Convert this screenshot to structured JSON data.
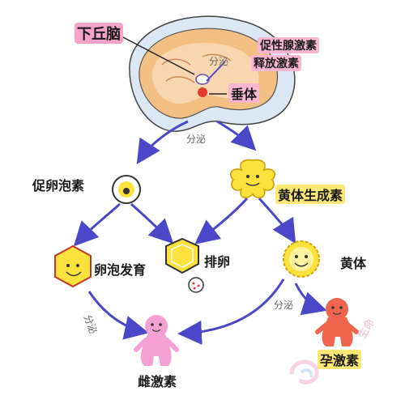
{
  "labels": {
    "hypothalamus": "下丘脑",
    "releasing_hormone_1": "促性腺激素",
    "releasing_hormone_2": "释放激素",
    "pituitary": "垂体",
    "secretion_1": "分泌",
    "secretion_2": "分泌",
    "fsh": "促卵泡素",
    "lh": "黄体生成素",
    "follicle_development": "卵泡发育",
    "ovulation": "排卵",
    "corpus_luteum": "黄体",
    "secretion_3": "分泌",
    "secretion_4": "分泌",
    "estrogen": "雌激素",
    "progesterone": "孕激素"
  },
  "watermark": "生命",
  "colors": {
    "arrow": "#4a47c8",
    "brain_outer": "#f3bf83",
    "brain_inner": "#f8d6b0",
    "pituitary": "#e23a2c",
    "highlight_pink": "#f6a3c9",
    "highlight_yellow": "#fde876",
    "egg_yellow": "#fde13d",
    "figure_pink": "#f5a0d4",
    "figure_red": "#f0654e"
  }
}
